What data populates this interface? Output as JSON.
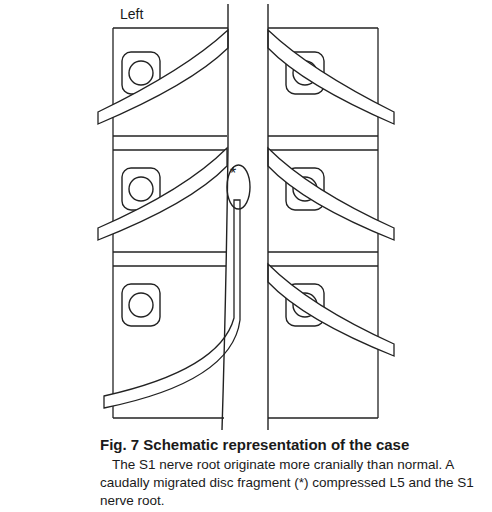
{
  "diagram": {
    "title": "Fig. 7 Schematic representation of the case",
    "caption": "The S1 nerve root originate more cranially than normal. A caudally migrated disc fragment (*) compressed L5 and the S1 nerve root.",
    "nodes": [
      {
        "text": [
          "*"
        ]
      }
    ],
    "labels": [
      "Left"
    ]
  }
}
